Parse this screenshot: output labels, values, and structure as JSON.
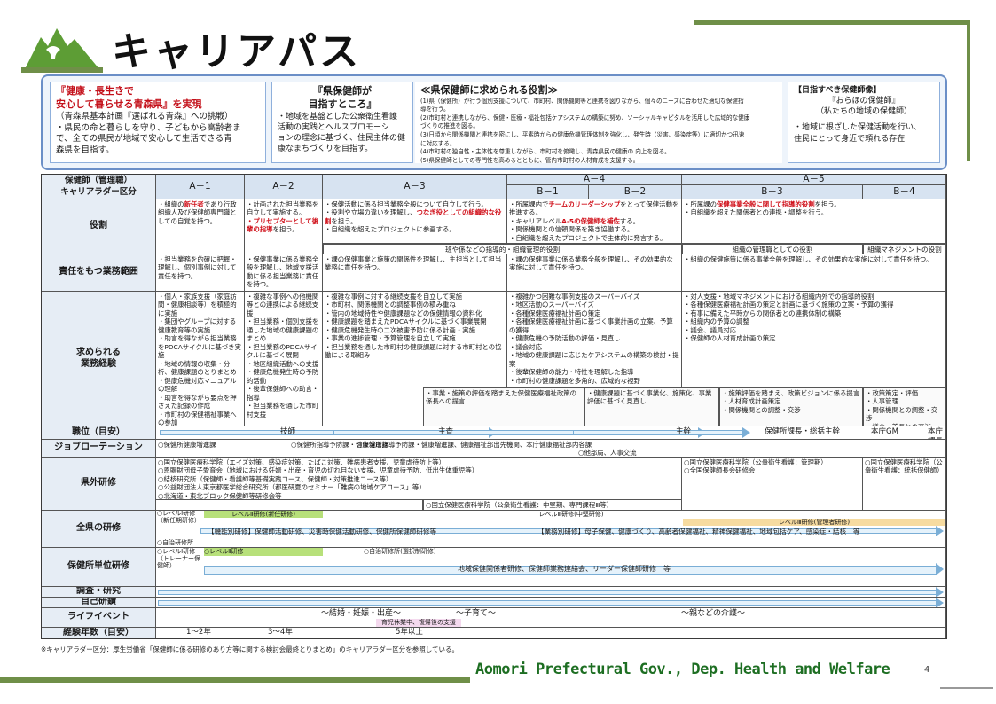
{
  "title": "キャリアパス",
  "header": {
    "box1": {
      "title": "『健康・長生きで\n安心して暮らせる青森県』を実現",
      "body": "（青森県基本計画『選ばれる青森』への挑戦）\n・県民の命と暮らしを守り、子どもから高齢者ま\nで、全ての県民が地域で安心して生活できる青\n森県を目指す。"
    },
    "box2": {
      "title": "『県保健師が\n目指すところ』",
      "body": "・地域を基盤とした公衆衛生看護\n活動の実践とヘルスプロモーシ\nョンの理念に基づく、住民主体の健\n康なまちづくりを目指す。"
    },
    "box3": {
      "title": "≪県保健師に求められる役割≫",
      "body": "(1)県（保健所）が行う個別支援について、市町村、関係機関等と連携を図りながら、個々のニーズに合わせた適切な保健指\n導を行う。\n(2)市町村と連携しながら、保健・医療・福祉包括ケアシステムの構築に努め、ソーシャルキャピタルを活用した広域的な健康\nづくりの推進を図る。\n(3)日頃から関係機関と連携を密にし、平素時からの健康危機管理体制を強化し、発生時（災害、感染症等）に適切かつ迅速\nに対応する。\n(4)市町村の独自性・主体性を尊重しながら、市町村を俯瞰し、青森県民の健康の 向上を図る。\n(5)県保健師としての専門性を高めるとともに、管内市町村の人材育成を支援する。"
    },
    "box4": {
      "title": "【目指すべき保健師像】",
      "sub": "『おらほの保健師』\n（私たちの地域の保健師）",
      "body": "・地域に根ざした保健活動を行い、\n住民にとって身近で頼れる存在"
    }
  },
  "table": {
    "corner": "保健師（管理職）\nキャリアラダー区分",
    "levels": [
      "A－1",
      "A－2",
      "A－3",
      "A－4",
      "A－5"
    ],
    "sublevels": [
      "B－1",
      "B－2",
      "B－3",
      "B－4"
    ],
    "rows": {
      "role": "役割",
      "responsibility": "責任をもつ業務範囲",
      "experience": "求められる\n業務経験",
      "position": "職位（目安）",
      "rotation": "ジョブローテーション",
      "outside": "県外研修",
      "prefecture": "全県の研修",
      "office": "保健所単位研修",
      "research": "調査・研究",
      "selfstudy": "自己研鑽",
      "life": "ライフイベント",
      "years": "経験年数（目安）"
    },
    "role_cells": {
      "a1_pre": "・組織の",
      "a1_red": "新任者",
      "a1_post": "であり行政組織人及び保健師専門職としての自覚を持つ。",
      "a2_pre": "・計画された担当業務を自立して実施する。\n",
      "a2_red": "・プリセプターとして後輩の指導",
      "a2_post": "を担う。",
      "a3_pre": "・保健活動に係る担当業務全般について自立して行う。\n・役割や立場の違いを理解し、",
      "a3_red": "つなぎ役としての組織的な役割",
      "a3_post": "を担う。\n・自組織を超えたプロジェクトに参画する。",
      "b12_pre": "・所属課内で",
      "b12_red": "チームのリーダーシップ",
      "b12_mid": "をとって保健活動を推進する。\n・キャリアレベル",
      "b12_red2": "A-5の保健師を補佐",
      "b12_post": "する。\n・関係機関との信頼関係を築き協働する。\n・自組織を超えたプロジェクトで主体的に発言する。",
      "b3_pre": "・所属課の",
      "b3_red": "保健事業全般に関して指導的役割",
      "b3_post": "を担う。\n・自組織を超えた関係者との連携・調整を行う。",
      "band1": "班や係などの指導的・組織管理的役割",
      "band2": "組織の管理職としての役割",
      "band3": "組織マネジメントの役割"
    },
    "resp_cells": {
      "a1": "・担当業務を的確に把握・理解し、個別事例に対して責任を持つ。",
      "a2": "・保健事業に係る業務全般を理解し、地域支援活動に係る担当業務に責任を持つ。",
      "a3": "・課の保健事業と施策の関係性を理解し、主担当として担当業務に責任を持つ。",
      "b12": "・課の保健事業に係る業務全般を理解し、その効果的な実施に対して責任を持つ。",
      "b3": "・組織の保健施策に係る事業全般を理解し、その効果的な実施に対して責任を持つ。"
    },
    "exp_cells": {
      "a1": "・個人・家族支援（家庭訪問・健康相談等）を積極的に実施\n・集団やグループに対する健康教育等の実施\n・助言を得ながら担当業務をPDCAサイクルに基づき実施\n・地域の情報の収集・分析、健康課題のとりまとめ\n・健康危機対応マニュアルの理解\n・助言を得ながら要点を押さえた記録の作成\n・市町村の保健福祉事業への参加",
      "a2": "・複雑な事例への他機関等との連携による継続支援\n・担当業務・個別支援を通した地域の健康課題のまとめ\n・担当業務のPDCAサイクルに基づく展開\n・地区組織活動への支援\n・健康危機発生時の予防的活動\n・後輩保健師への助言・指導\n・担当業務を通した市町村支援",
      "a3": "・複雑な事例に対する継続支援を自立して実施\n・市町村、関係機関との調整事例の積み重ね\n・管内の地域特性や健康課題などの保健情報の資料化\n・健康課題を踏まえたPDCAサイクルに基づく事業展開\n・健康危機発生時の二次被害予防に係る計画・実施\n・事業の進捗管理・予算管理を自立して実施\n・担当業務を通した市町村の健康課題に対する市町村との協働による取組み",
      "b12": "・複雑かつ困難な事例支援のスーパーバイズ\n・地区活動のスーパーバイズ\n・各種保健医療福祉計画の策定\n・各種保健医療福祉計画に基づく事業計画の立案、予算の獲得\n・健康危機の予防活動の評価・見直し\n・議会対応\n・地域の健康課題に応じたケアシステムの構築の検討・提案\n・後輩保健師の能力・特性を理解した指導\n・市町村の健康課題を多角的、広域的な視野",
      "b3": "・対人支援・地域マネジメントにおける組織内外での指導的役割\n・各種保健医療福祉計画の策定と計画に基づく施策の立案・予算の獲得\n・有事に備えた平時からの関係者との連携体制の構築\n・組織内の予算の調整\n・議会、議員対応\n・保健師の人材育成計画の策定",
      "box1": "・事業・施策の評価を踏まえた保健医療福祉政策の係長への提言",
      "box2": "・健康課題に基づく事業化、施策化、事業評価に基づく見直し",
      "box3": "・施策評価を踏まえ、政策ビジョンに係る提言\n・人材育成計画策定\n・関係機関との調整・交渉",
      "box4": "・政策策定・評価\n・人事管理\n・関係機関との調整・交渉\n・議会・首長との交渉"
    },
    "positions": [
      "技師",
      "主査",
      "主幹",
      "保健所課長・総括主幹",
      "本庁GM",
      "本庁課長等"
    ],
    "rotation": {
      "r1": "○保健所健康増進課",
      "r2": "○保健所指導予防課・健康増進課",
      "r3": "○保健所指導予防課・健康増進課、健康福祉部出先機関、本庁健康福祉部内各課",
      "r4": "○他部局、人事交流"
    },
    "outside": {
      "main": "○国立保健医療科学院（エイズ対策、感染症対策、たばこ対策、難病患者支援、児童虐待防止等）\n○恩賜財団母子愛育会（地域における妊娠・出産・育児の切れ目ない支援、児童虐待予防、低出生体重児等）\n○結核研究所（保健師・看護師等基礎実践コース、保健師・対策推進コース等）\n○公益財団法人東京都医学総合研究所（都医研夏のセミナー「難病の地域ケアコース」等）\n○北海道・東北ブロック保健師等研修会等",
      "mid": "○国立保健医療科学院（公衆衛生看護：中堅期、専門課程Ⅲ等）",
      "b3": "○国立保健医療科学院（公衆衛生看護：管理期）\n○全国保健師長会研修会",
      "b4": "○国立保健医療科学院（公衆衛生看護：統括保健師）"
    },
    "pref": {
      "l1": "○レベルⅠ研修\n（新任期研修）",
      "l2": "レベルⅡ研修(新任研修)",
      "l3": "レベルⅢ研修(中堅研修)",
      "l4": "レベルⅢ研修(管理者研修)",
      "func": "【機能別研修】保健師活動研修、災害時保健活動研修、保健所保健師研修等",
      "task": "【業務別研修】母子保健、健康づくり、高齢者保健福祉、精神保健福祉、地域包括ケア、感染症・結核　等",
      "self": "○自治研修所"
    },
    "office": {
      "l1": "○レベルⅠ研修\n（トレーナー保健師）",
      "l2": "○レベルⅡ研修",
      "self": "○自治研修所(選択制研修)",
      "arrow": "地域保健関係者研修、保健師業務連絡会、リーダー保健師研修　等"
    },
    "life": {
      "a": "～結婚・妊娠・出産～",
      "b": "～子育て～",
      "c": "～親などの介護～",
      "sub": "育児休業中、復帰後の支援"
    },
    "years": [
      "1～2年",
      "3～4年",
      "5年以上"
    ]
  },
  "footnote": "※キャリアラダー区分：厚生労働省「保健師に係る研修のあり方等に関する検討会最終とりまとめ」のキャリアラダー区分を参照している。",
  "footer": "Aomori Prefectural Gov., Dep. Health and Welfare",
  "page": "4",
  "colors": {
    "accent": "#6f8f48",
    "red": "#d0101a",
    "blue": "#4e86c6",
    "green": "#b7e07a"
  },
  "icons": [
    "aomori-logo-icon"
  ]
}
